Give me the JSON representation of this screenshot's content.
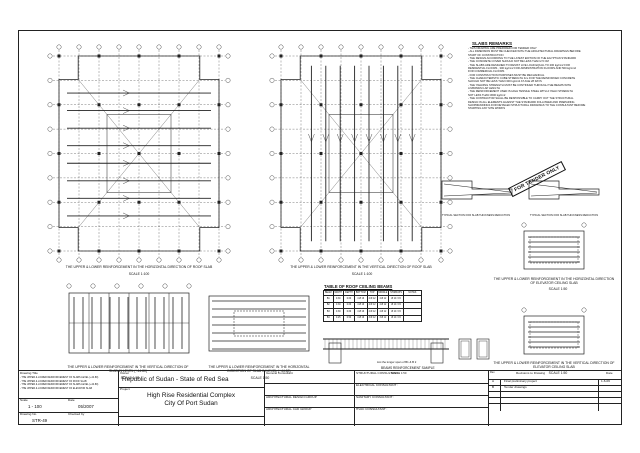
{
  "remarks": {
    "title": "SLABS REMARKS",
    "lines": [
      "- THIS DRAWING ARE PREPARED FOR TENDER ONLY",
      "- ALL DIMENSION MUST BE CHECKED WITH THE ARCHITECTURAL DRAWINGS BEFORE",
      "  START OF CONSTRUCTION",
      "- THE DESIGN ACCORDING TO THE LATEST EDITION OF THE EGYPTIAN STANDARD",
      "- THE CONCRETE COVER SHOULD NOT BE LESS THAN 2.5 CM",
      "- THE SLABS ARE DESIGNED TO RESIST LIVE LOAD EQUAL TO 200 kg/cm2 FOR",
      "  RESIDENTIAL FLOORS , 300 kg/cm2 FOR ADMINISTRATION FLOORS AND 500 kg/cm2",
      "  FOR COMMERCIAL FLOORS",
      "- FOR CONSTRUCTION PURPOSES MUST BE MECHANICAL",
      "- THE CHARACTERISTIC CUBE STRENGTH Fcu FOR THE REINFORCED CONCRETE",
      "  SHOULD NOT BE LESS THAN 300 kg/cm2 AT AGE 28 DAYS",
      "- THE YIELDING STRENGTH MUST BE CONTINUED THROUGH THE BEAMS WITH",
      "  A MINIMUM LAP LENGTH",
      "- THE REINFORCEMENT USED IS HIGH TENSILE STEEL WITH A YIELD STRENGTH",
      "  NOT LESS THAN 3600 kg/cm2",
      "- THE CONTRACTOR SHALL BE RESPONSIBLE TO CARRY OUT THE STRUCTURAL",
      "  DESIGN IN ALL ELEMENTS AGAINST THE STANDARD FOLLOWED AND PREPARING",
      "  SHOPDRAWINGS FOR DETAILED STRUCTURAL DRAWINGS TO THE CONSULTANT BEFORE",
      "  STARTING ANY SITE WORKS"
    ]
  },
  "stamp": "FOR TENDER ONLY",
  "captions": {
    "plan_left": "THE UPPER & LOWER REINFORCEMENT IN THE HORIZONTAL DIRECTION OF ROOF SLAB",
    "plan_left_scale": "SCALE 1:100",
    "plan_right": "THE UPPER & LOWER REINFORCEMENT IN THE VERTICAL DIRECTION OF ROOF SLAB",
    "plan_right_scale": "SCALE 1:100",
    "section_left": "TYPICAL SECTION FOR SLAB THICKNESS REDUCTION",
    "section_right": "TYPICAL SECTION FOR SLAB THICKNESS REDUCTION",
    "elev_left": "THE UPPER & LOWER REINFORCEMENT IN THE VERTICAL DIRECTION OF SLAB IN LEVEL (+44.80)",
    "elev_left_scale": "SCALE 1:50",
    "elev_mid": "THE UPPER & LOWER REINFORCEMENT IN THE HORIZONTAL DIRECTION OF SLAB IN LEVEL (+44.80)",
    "elev_mid_scale": "SCALE 1:50",
    "elevator_top": "THE UPPER & LOWER REINFORCEMENT IN THE HORIZONTAL DIRECTION OF ELEVATOR CEILING SLAB",
    "elevator_top_scale": "SCALE 1:50",
    "elevator_bottom": "THE UPPER & LOWER REINFORCEMENT IN THE VERTICAL DIRECTION OF ELEVATOR CEILING SLAB",
    "elevator_bottom_scale": "SCALE 1:50",
    "beam_note": "List the longer span of B1 & B 2",
    "beam_sample": "BEAMS REINFORCEMENT SAMPLE",
    "beam_scale": "SCALE 1:50"
  },
  "beam_table": {
    "title": "TABLE OF ROOF CEILING BEAMS",
    "headers": [
      "BEAM",
      "WIDTH",
      "DEPTH",
      "BOTTOM",
      "TOP",
      "MIDDLE",
      "STIRRUPS",
      "NOTES"
    ],
    "rows": [
      [
        "B1",
        "0.30",
        "0.60",
        "4 Ø 16",
        "4 Ø 12",
        "4 Ø 12",
        "Ø 10 / 15",
        ""
      ],
      [
        "B2",
        "0.30",
        "0.60",
        "4 Ø 16",
        "4 Ø 12",
        "4 Ø 12",
        "Ø 10 / 15",
        ""
      ],
      [
        "B3",
        "0.30",
        "0.60",
        "4 Ø 16",
        "4 Ø 12",
        "4 Ø 12",
        "Ø 10 / 15",
        ""
      ],
      [
        "B4",
        "0.25",
        "0.50",
        "4 Ø 16",
        "3 Ø 12",
        "3 Ø 12",
        "Ø 10 / 15",
        ""
      ]
    ]
  },
  "title_block": {
    "drawing_title_label": "Drawing Title",
    "drawing_title_lines": [
      "- THE UPPER & LOWER REINFORCEMENT OF SLABS LEVEL (+44.80)",
      "- THE UPPER & LOWER REINFORCEMENT OF ROOF SLAB",
      "- THE UPPER & LOWER REINFORCEMENT OF SLABS LEVEL (+44.80)",
      "- THE UPPER & LOWER REINFORCEMENT OF ELEVATOR SLAB"
    ],
    "owner_label": "Owner",
    "owner": "Republic of Sudan - State of Red Sea",
    "project_label": "Project",
    "project_line1": "High Rise Residential Complex",
    "project_line2": "City Of Port Sudan",
    "scale_label": "Scale",
    "scale": "1 - 100",
    "date_label": "Date",
    "date": "05/2007",
    "drawing_no_label": "Drawing No.",
    "drawing_no": "STR-49",
    "checked_label": "Checked by",
    "consultant_label": "General Consultant",
    "arch_group": "ARCHITECTURAL DESIGN GROUP",
    "arch_cad": "ARCHITECTURAL CAD GROUP",
    "structural": "STRUCTURAL CONSULTANT :",
    "electrical": "ELECTRICAL CONSULTANT :",
    "sanitary": "SANITARY CONSULTANT :",
    "hvac": "HVAC CONSULTANT :",
    "revisions_label": "Revisions to Drawing",
    "rev_header_rev": "Rev",
    "rev_header_date": "Date",
    "revisions": [
      {
        "rev": "A",
        "desc": "Final preliminary project",
        "date": "1-6-06"
      },
      {
        "rev": "B",
        "desc": "Tender drawings",
        "date": ""
      }
    ]
  }
}
